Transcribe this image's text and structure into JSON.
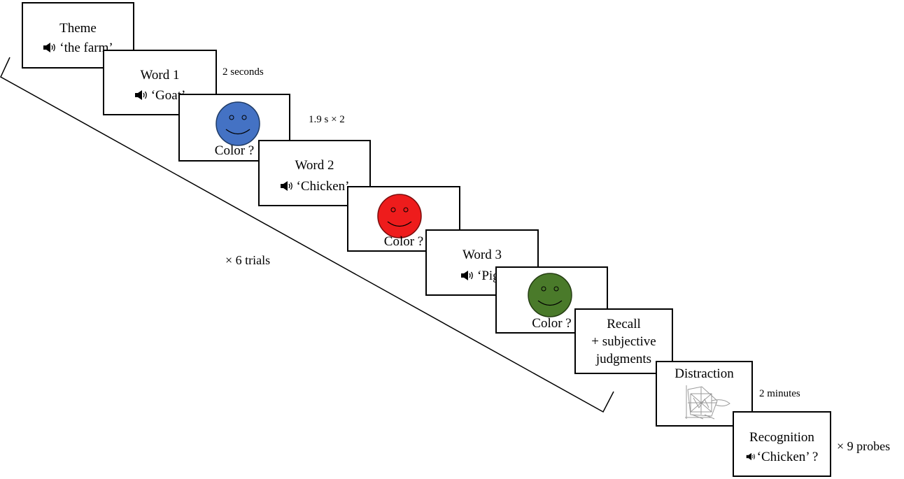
{
  "cards": {
    "theme": {
      "title": "Theme",
      "audio": "‘the farm’"
    },
    "word1": {
      "title": "Word 1",
      "audio": "‘Goat’"
    },
    "color1": {
      "label": "Color ?",
      "face_color": "#4472c4"
    },
    "word2": {
      "title": "Word 2",
      "audio": "‘Chicken’"
    },
    "color2": {
      "label": "Color ?",
      "face_color": "#ee1c1c"
    },
    "word3": {
      "title": "Word 3",
      "audio": "‘Pig’"
    },
    "color3": {
      "label": "Color ?",
      "face_color": "#4a7a2a"
    },
    "recall": {
      "line1": "Recall",
      "line2": "+ subjective",
      "line3": "judgments"
    },
    "distraction": {
      "title": "Distraction"
    },
    "recognition": {
      "title": "Recognition",
      "audio": "‘Chicken’ ?"
    }
  },
  "annotations": {
    "word_duration": "2 seconds",
    "color_duration": "1.9 s × 2",
    "trials": "× 6 trials",
    "distraction_duration": "2 minutes",
    "probes": "× 9 probes"
  },
  "icons": {
    "speaker": "speaker-icon",
    "smiley": "smiley-face-icon",
    "puzzle": "line-drawing-figure-icon"
  }
}
